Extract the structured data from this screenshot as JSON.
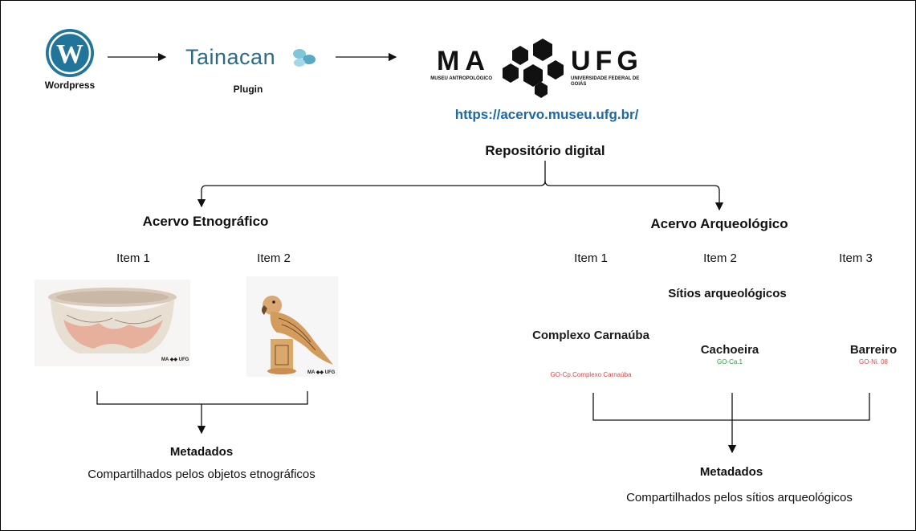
{
  "top_flow": {
    "wordpress_label": "Wordpress",
    "tainacan_logo_text": "Tainacan",
    "plugin_label": "Plugin",
    "museum_logo": {
      "left_text": "MA",
      "left_subtext": "MUSEU ANTROPOLÓGICO",
      "right_text": "UFG",
      "right_subtext": "UNIVERSIDADE FEDERAL DE GOIÁS"
    },
    "url": "https://acervo.museu.ufg.br/",
    "repository_label": "Repositório digital"
  },
  "ethnographic": {
    "title": "Acervo Etnográfico",
    "items": [
      "Item 1",
      "Item 2"
    ],
    "metadata_title": "Metadados",
    "metadata_desc": "Compartilhados pelos objetos etnográficos"
  },
  "archaeological": {
    "title": "Acervo Arqueológico",
    "items": [
      "Item 1",
      "Item 2",
      "Item 3"
    ],
    "sites_title": "Sítios arqueológicos",
    "sites": [
      {
        "name": "Complexo Carnaúba",
        "code": "GO-Cp.Complexo Carnaúba",
        "code_color": "#d14a4a"
      },
      {
        "name": "Cachoeira",
        "code": "GO-Ca.1",
        "code_color": "#2e9b3e"
      },
      {
        "name": "Barreiro",
        "code": "GO-Ni. 08",
        "code_color": "#d14a4a"
      }
    ],
    "metadata_title": "Metadados",
    "metadata_desc": "Compartilhados pelos sítios arqueológicos"
  },
  "colors": {
    "wordpress_blue": "#21759b",
    "tainacan_blue": "#2c6b88",
    "tainacan_leaf": "#7fc6d9",
    "url_blue": "#1a6aa6"
  }
}
